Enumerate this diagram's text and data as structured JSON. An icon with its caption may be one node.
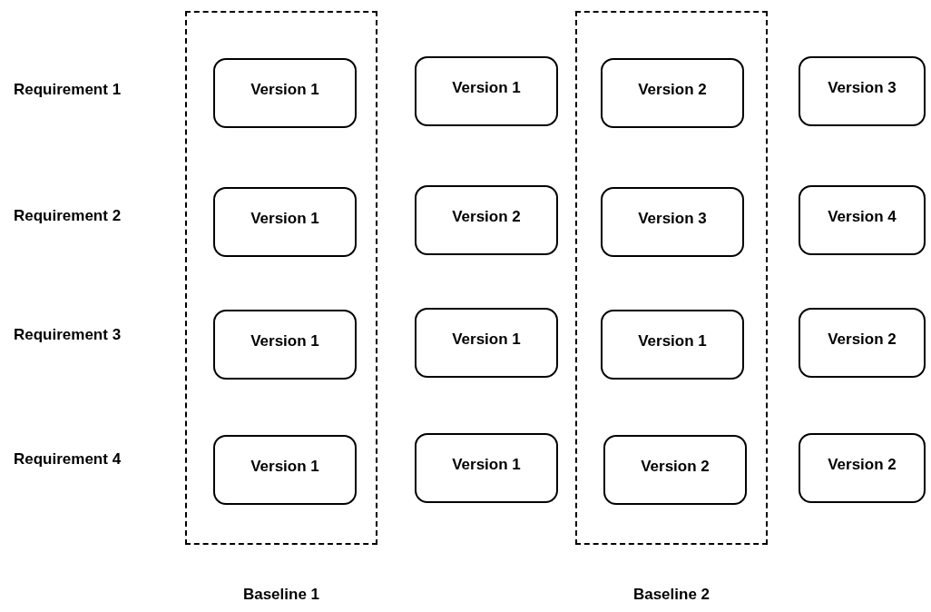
{
  "diagram": {
    "nodes": [
      {
        "text": [
          "Baseline 1"
        ]
      },
      {
        "text": [
          "Version 1"
        ],
        "in": 0
      },
      {
        "text": [
          "Version 1"
        ],
        "in": 0
      },
      {
        "text": [
          "Version 1"
        ],
        "in": 0
      },
      {
        "text": [
          "Version 1"
        ],
        "in": 0
      },
      {
        "text": [
          "Version 1"
        ]
      },
      {
        "text": [
          "Version 2"
        ]
      },
      {
        "text": [
          "Version 1"
        ]
      },
      {
        "text": [
          "Version 1"
        ]
      },
      {
        "text": [
          "Baseline 2"
        ]
      },
      {
        "text": [
          "Version 2"
        ],
        "in": 9
      },
      {
        "text": [
          "Version 3"
        ],
        "in": 9
      },
      {
        "text": [
          "Version 1"
        ],
        "in": 9
      },
      {
        "text": [
          "Version 2"
        ],
        "in": 9
      },
      {
        "text": [
          "Version 3"
        ]
      },
      {
        "text": [
          "Version 4"
        ]
      },
      {
        "text": [
          "Version 2"
        ]
      },
      {
        "text": [
          "Version 2"
        ]
      }
    ],
    "labels": [
      "Requirement 1",
      "Requirement 2",
      "Requirement 3",
      "Requirement 4"
    ]
  }
}
